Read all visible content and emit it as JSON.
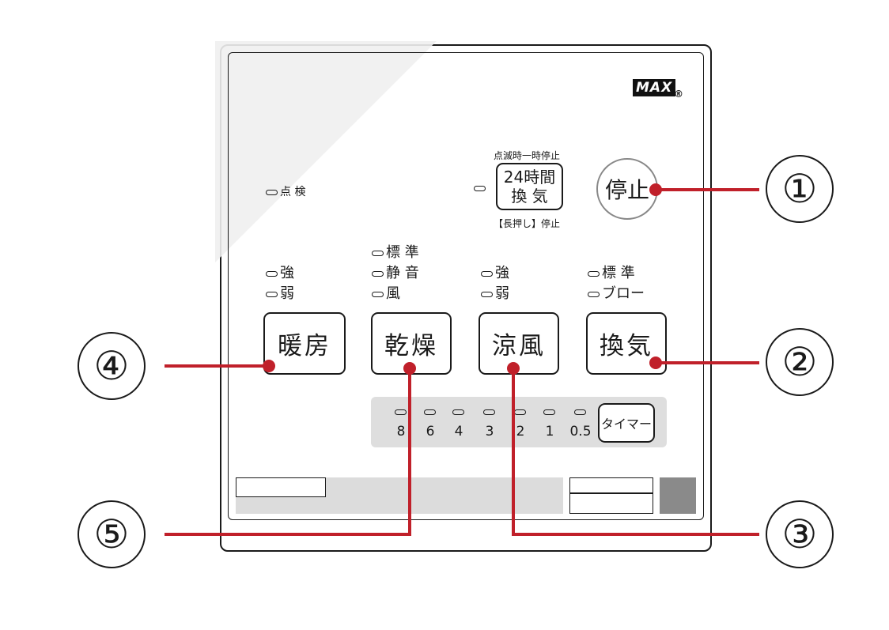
{
  "brand": {
    "logo": "MAX",
    "registered": "®"
  },
  "inspection": {
    "label": "点 検"
  },
  "ventilation24": {
    "top_note": "点滅時一時停止",
    "line1": "24時間",
    "line2": "換 気",
    "bottom_note": "【長押し】停止"
  },
  "stop": {
    "label": "停止"
  },
  "heating": {
    "modes": [
      "強",
      "弱"
    ],
    "label": "暖房"
  },
  "drying": {
    "modes": [
      "標 準",
      "静 音",
      "風"
    ],
    "label": "乾燥"
  },
  "cooling": {
    "modes": [
      "強",
      "弱"
    ],
    "label": "涼風"
  },
  "ventilation": {
    "modes": [
      "標 準",
      "ブロー"
    ],
    "label": "換気"
  },
  "timer": {
    "hours": [
      "8",
      "6",
      "4",
      "3",
      "2",
      "1",
      "0.5"
    ],
    "label": "タイマー"
  },
  "callouts": {
    "c1": "①",
    "c2": "②",
    "c3": "③",
    "c4": "④",
    "c5": "⑤"
  },
  "colors": {
    "callout_line": "#c0202a",
    "panel_border": "#1a1a1a",
    "timer_strip": "#dedede"
  }
}
